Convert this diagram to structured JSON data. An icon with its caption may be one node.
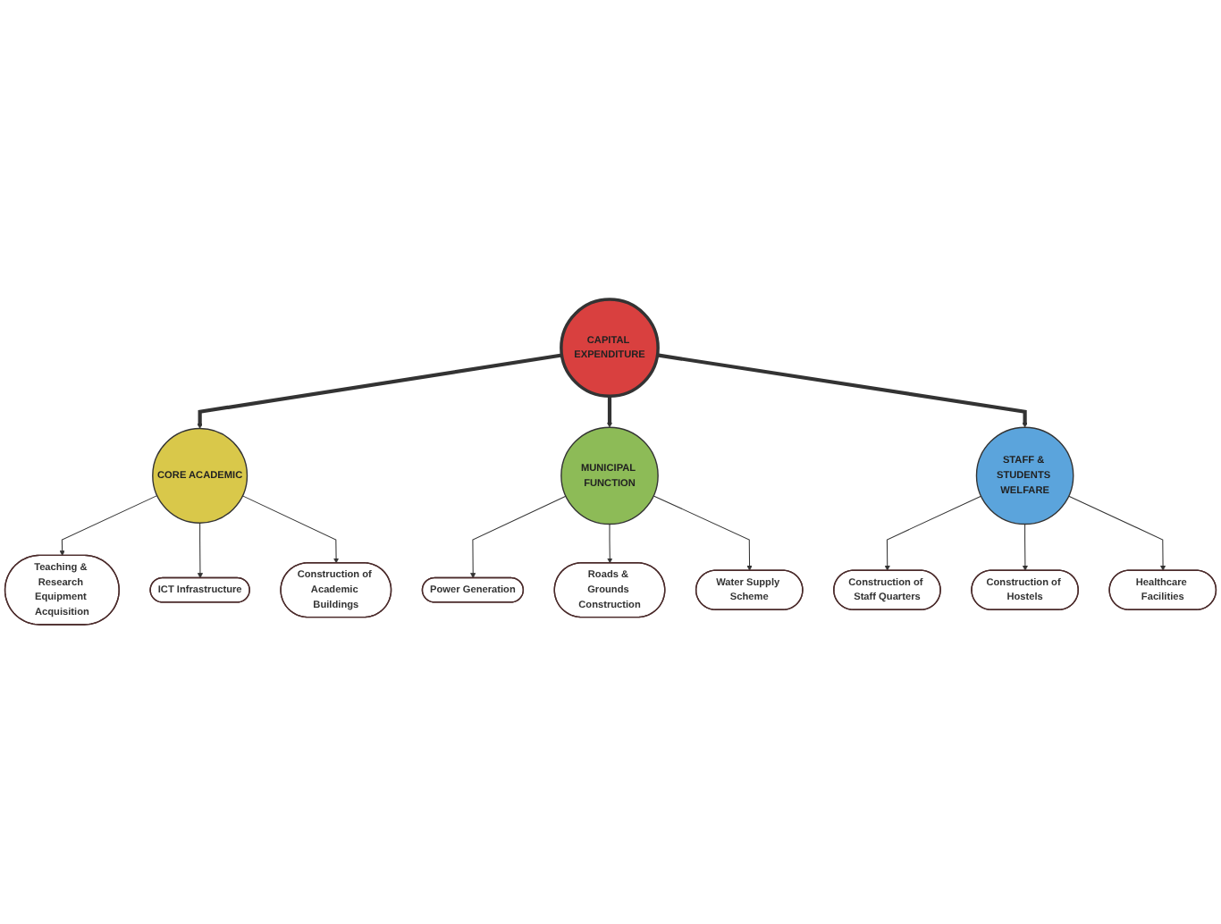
{
  "diagram": {
    "nodes": [
      {
        "text": [
          "CAPITAL EXPENDITURE"
        ]
      },
      {
        "text": [
          "CORE ACADEMIC"
        ]
      },
      {
        "text": [
          "MUNICIPAL FUNCTION"
        ]
      },
      {
        "text": [
          "STAFF & STUDENTS WELFARE"
        ]
      },
      {
        "text": [
          "Teaching & Research Equipment Acquisition"
        ]
      },
      {
        "text": [
          "ICT Infrastructure"
        ]
      },
      {
        "text": [
          "Construction of Academic Buildings"
        ]
      },
      {
        "text": [
          "Power Generation"
        ]
      },
      {
        "text": [
          "Roads & Grounds Construction"
        ]
      },
      {
        "text": [
          "Water Supply Scheme"
        ]
      },
      {
        "text": [
          "Construction of Staff Quarters"
        ]
      },
      {
        "text": [
          "Construction of Hostels"
        ]
      },
      {
        "text": [
          "Healthcare Facilities"
        ]
      }
    ],
    "edges": [
      {
        "from": 0,
        "to": 1,
        "arrow": "to",
        "style": "thick"
      },
      {
        "from": 0,
        "to": 2,
        "arrow": "to",
        "style": "thick"
      },
      {
        "from": 0,
        "to": 3,
        "arrow": "to",
        "style": "thick"
      },
      {
        "from": 1,
        "to": 4,
        "arrow": "to"
      },
      {
        "from": 1,
        "to": 5,
        "arrow": "to"
      },
      {
        "from": 1,
        "to": 6,
        "arrow": "to"
      },
      {
        "from": 2,
        "to": 7,
        "arrow": "to"
      },
      {
        "from": 2,
        "to": 8,
        "arrow": "to"
      },
      {
        "from": 2,
        "to": 9,
        "arrow": "to"
      },
      {
        "from": 3,
        "to": 10,
        "arrow": "to"
      },
      {
        "from": 3,
        "to": 11,
        "arrow": "to"
      },
      {
        "from": 3,
        "to": 12,
        "arrow": "to"
      }
    ]
  }
}
